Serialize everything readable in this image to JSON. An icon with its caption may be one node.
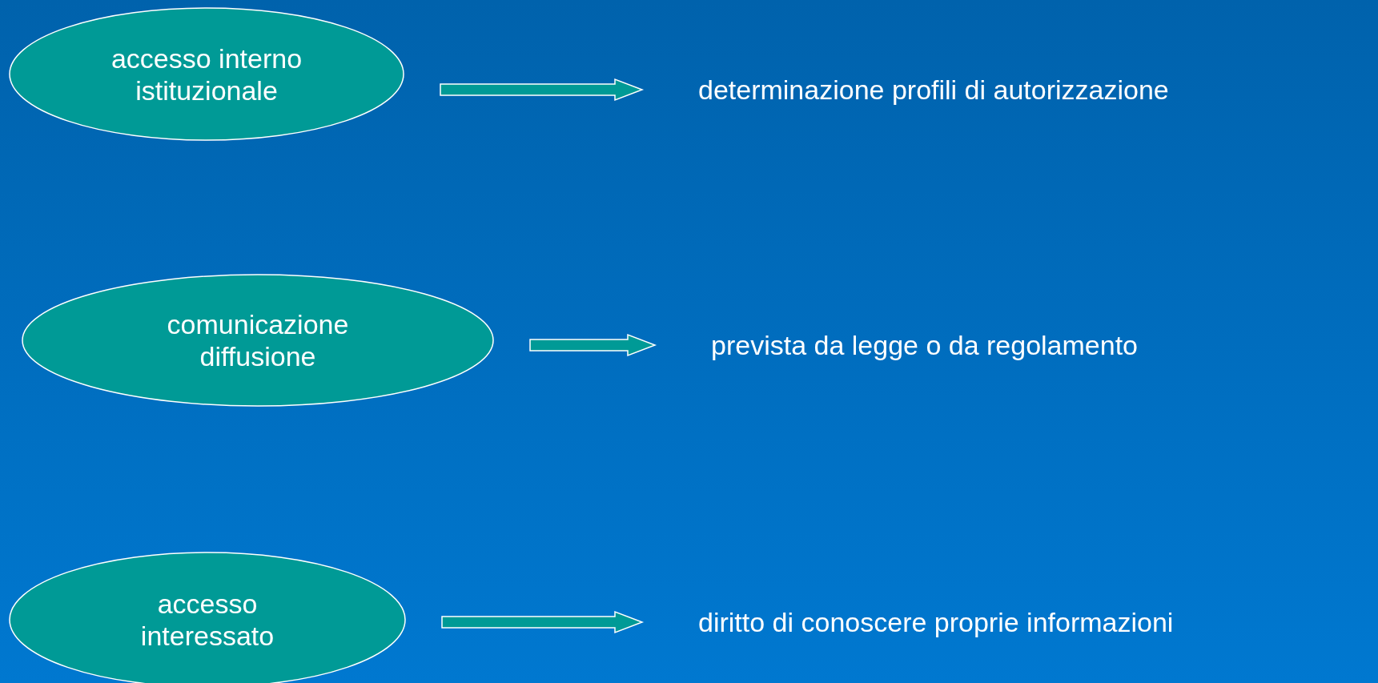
{
  "diagram": {
    "nodes": [
      {
        "text": [
          "accesso interno istituzionale"
        ]
      },
      {
        "text": [
          "determinazione profili di autorizzazione"
        ]
      },
      {
        "text": [
          "comunicazione diffusione"
        ]
      },
      {
        "text": [
          "prevista da legge o da regolamento"
        ]
      },
      {
        "text": [
          "accesso interessato"
        ]
      },
      {
        "text": [
          "diritto di conoscere proprie informazioni"
        ]
      }
    ],
    "edges": [
      {
        "from": 0,
        "to": 1,
        "arrow": "to"
      },
      {
        "from": 2,
        "to": 3,
        "arrow": "to"
      },
      {
        "from": 4,
        "to": 5,
        "arrow": "to"
      }
    ]
  }
}
